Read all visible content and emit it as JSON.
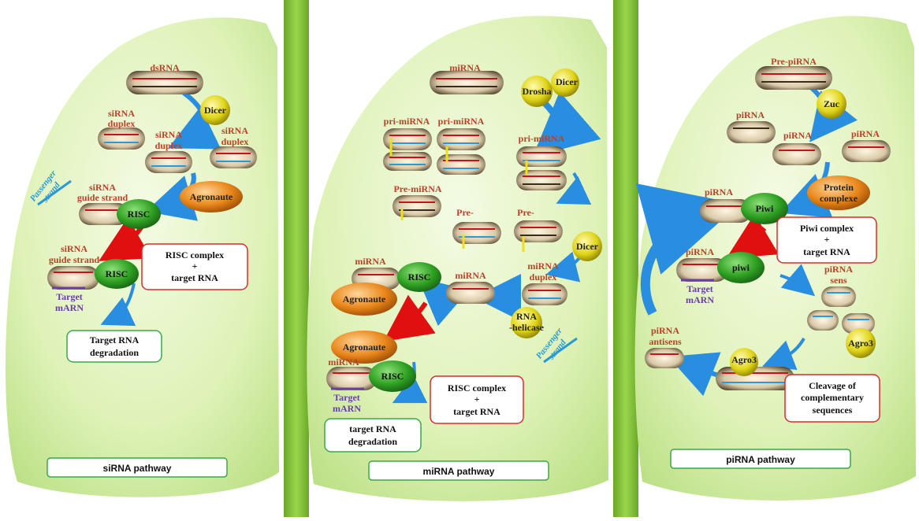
{
  "colors": {
    "leaf_light": "#eef9d6",
    "leaf_dark": "#b4dd74",
    "divider": "#8ccc3c",
    "label": "#b8422a",
    "red_strand": "#c0141c",
    "blue_strand": "#2a9ad6",
    "purple_strand": "#6a3fa0",
    "arrow_blue": "#2a8ee0",
    "arrow_red": "#e01010",
    "box_red": "#d03030",
    "box_green": "#3aa84a",
    "green_oval": "#2e9a22",
    "yellow_ball": "#d8cc10",
    "orange_oval": "#e07a10"
  },
  "panels": {
    "sirna": {
      "footer": "siRNA pathway",
      "labels": {
        "dsrna": "dsRNA",
        "duplex_1a": "siRNA",
        "duplex_1b": "duplex",
        "duplex_2a": "siRNA",
        "duplex_2b": "duplex",
        "duplex_3a": "siRNA",
        "duplex_3b": "duplex",
        "passenger_a": "Passenger",
        "passenger_b": "strand",
        "guide_1a": "siRNA",
        "guide_1b": "guide strand",
        "guide_2a": "siRNA",
        "guide_2b": "guide strand",
        "target_a": "Target",
        "target_b": "mARN"
      },
      "enzymes": {
        "dicer": "Dicer",
        "agronaute": "Agronaute",
        "risc_1": "RISC",
        "risc_2": "RISC"
      },
      "boxes": {
        "complex_a": "RISC complex",
        "complex_b": "+",
        "complex_c": "target RNA",
        "degradation_a": "Target RNA",
        "degradation_b": "degradation"
      }
    },
    "mirna": {
      "footer": "miRNA pathway",
      "labels": {
        "mirna_top": "miRNA",
        "pri_1": "pri-miRNA",
        "pri_2": "pri-miRNA",
        "pri_3": "pri-miRNA",
        "pre_1": "Pre-miRNA",
        "pre_2": "Pre-",
        "pre_3": "Pre-",
        "mirna_risc": "miRNA",
        "mirna_duplex_a": "miRNA",
        "mirna_duplex_b": "duplex",
        "mirna_mid": "miRNA",
        "mirna_bottom": "miRNA",
        "passenger_a": "Passenger",
        "passenger_b": "strand",
        "target_a": "Target",
        "target_b": "mARN"
      },
      "enzymes": {
        "dicer_1": "Dicer",
        "drosha": "Drosha",
        "dicer_2": "Dicer",
        "helicase_a": "RNA",
        "helicase_b": "-helicase",
        "risc_1": "RISC",
        "risc_2": "RISC",
        "agronaute_1": "Agronaute",
        "agronaute_2": "Agronaute"
      },
      "boxes": {
        "complex_a": "RISC complex",
        "complex_b": "+",
        "complex_c": "target RNA",
        "degradation_a": "target RNA",
        "degradation_b": "degradation"
      }
    },
    "pirna": {
      "footer": "piRNA pathway",
      "labels": {
        "pre_pirna": "Pre-piRNA",
        "pirna_1": "piRNA",
        "pirna_2": "piRNA",
        "pirna_3": "piRNA",
        "pirna_piwi": "piRNA",
        "pirna_guide": "piRNA",
        "target_a": "Target",
        "target_b": "mARN",
        "sens_a": "piRNA",
        "sens_b": "sens",
        "antisens_a": "piRNA",
        "antisens_b": "antisens"
      },
      "enzymes": {
        "zuc": "Zuc",
        "protein_a": "Protein",
        "protein_b": "complexe",
        "piwi_1": "Piwi",
        "piwi_2": "piwi",
        "agro3_1": "Agro3",
        "agro3_2": "Agro3"
      },
      "boxes": {
        "piwi_a": "Piwi complex",
        "piwi_b": "+",
        "piwi_c": "target RNA",
        "cleavage_a": "Cleavage of",
        "cleavage_b": "complementary",
        "cleavage_c": "sequences"
      }
    }
  }
}
